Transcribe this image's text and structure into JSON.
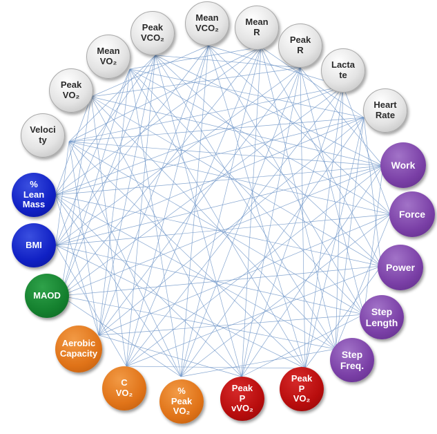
{
  "nodes": [
    {
      "id": "velocity",
      "label": "Veloci\nty",
      "group": "gray"
    },
    {
      "id": "peak-vo2",
      "label": "Peak\nVO₂",
      "group": "gray"
    },
    {
      "id": "mean-vo2",
      "label": "Mean\nVO₂",
      "group": "gray"
    },
    {
      "id": "peak-vco2",
      "label": "Peak\nVCO₂",
      "group": "gray"
    },
    {
      "id": "mean-vco2",
      "label": "Mean\nVCO₂",
      "group": "gray"
    },
    {
      "id": "mean-r",
      "label": "Mean\nR",
      "group": "gray"
    },
    {
      "id": "peak-r",
      "label": "Peak\nR",
      "group": "gray"
    },
    {
      "id": "lactate",
      "label": "Lacta\nte",
      "group": "gray"
    },
    {
      "id": "heart-rate",
      "label": "Heart\nRate",
      "group": "gray"
    },
    {
      "id": "work",
      "label": "Work",
      "group": "purple"
    },
    {
      "id": "force",
      "label": "Force",
      "group": "purple"
    },
    {
      "id": "power",
      "label": "Power",
      "group": "purple"
    },
    {
      "id": "step-length",
      "label": "Step\nLength",
      "group": "purple"
    },
    {
      "id": "step-freq",
      "label": "Step\nFreq.",
      "group": "purple"
    },
    {
      "id": "peak-p-vo2",
      "label": "Peak\nP\nVO₂",
      "group": "red"
    },
    {
      "id": "peak-p-vvo2",
      "label": "Peak\nP\nvVO₂",
      "group": "red"
    },
    {
      "id": "pct-peak-vo2",
      "label": "%\nPeak\nVO₂",
      "group": "orange"
    },
    {
      "id": "c-vo2",
      "label": "C\nVO₂",
      "group": "orange"
    },
    {
      "id": "aerobic-capacity",
      "label": "Aerobic\nCapacity",
      "group": "orange"
    },
    {
      "id": "maod",
      "label": "MAOD",
      "group": "green"
    },
    {
      "id": "bmi",
      "label": "BMI",
      "group": "blue"
    },
    {
      "id": "pct-lean-mass",
      "label": "%\nLean\nMass",
      "group": "blue"
    }
  ],
  "edges": [
    [
      0,
      3
    ],
    [
      0,
      5
    ],
    [
      0,
      7
    ],
    [
      0,
      8
    ],
    [
      0,
      9
    ],
    [
      0,
      10
    ],
    [
      0,
      12
    ],
    [
      0,
      14
    ],
    [
      0,
      16
    ],
    [
      0,
      18
    ],
    [
      1,
      4
    ],
    [
      1,
      6
    ],
    [
      1,
      9
    ],
    [
      1,
      11
    ],
    [
      1,
      13
    ],
    [
      1,
      15
    ],
    [
      1,
      17
    ],
    [
      1,
      19
    ],
    [
      2,
      5
    ],
    [
      2,
      8
    ],
    [
      2,
      10
    ],
    [
      2,
      12
    ],
    [
      2,
      14
    ],
    [
      2,
      16
    ],
    [
      2,
      18
    ],
    [
      2,
      20
    ],
    [
      3,
      6
    ],
    [
      3,
      9
    ],
    [
      3,
      11
    ],
    [
      3,
      13
    ],
    [
      3,
      15
    ],
    [
      3,
      17
    ],
    [
      3,
      19
    ],
    [
      3,
      21
    ],
    [
      4,
      7
    ],
    [
      4,
      10
    ],
    [
      4,
      12
    ],
    [
      4,
      14
    ],
    [
      4,
      16
    ],
    [
      4,
      18
    ],
    [
      4,
      20
    ],
    [
      5,
      8
    ],
    [
      5,
      11
    ],
    [
      5,
      13
    ],
    [
      5,
      15
    ],
    [
      5,
      17
    ],
    [
      5,
      19
    ],
    [
      5,
      21
    ],
    [
      6,
      9
    ],
    [
      6,
      12
    ],
    [
      6,
      14
    ],
    [
      6,
      16
    ],
    [
      6,
      18
    ],
    [
      6,
      20
    ],
    [
      7,
      10
    ],
    [
      7,
      13
    ],
    [
      7,
      15
    ],
    [
      7,
      17
    ],
    [
      7,
      19
    ],
    [
      7,
      21
    ],
    [
      8,
      11
    ],
    [
      8,
      14
    ],
    [
      8,
      16
    ],
    [
      8,
      18
    ],
    [
      8,
      20
    ],
    [
      8,
      21
    ],
    [
      9,
      12
    ],
    [
      9,
      15
    ],
    [
      9,
      17
    ],
    [
      9,
      19
    ],
    [
      9,
      21
    ],
    [
      10,
      13
    ],
    [
      10,
      16
    ],
    [
      10,
      18
    ],
    [
      10,
      20
    ],
    [
      11,
      14
    ],
    [
      11,
      17
    ],
    [
      11,
      19
    ],
    [
      11,
      21
    ],
    [
      12,
      15
    ],
    [
      12,
      18
    ],
    [
      12,
      20
    ],
    [
      13,
      16
    ],
    [
      13,
      19
    ],
    [
      13,
      21
    ],
    [
      14,
      17
    ],
    [
      14,
      20
    ],
    [
      15,
      18
    ],
    [
      15,
      21
    ],
    [
      16,
      19
    ],
    [
      16,
      21
    ],
    [
      17,
      20
    ],
    [
      18,
      21
    ],
    [
      0,
      20
    ],
    [
      1,
      21
    ],
    [
      2,
      19
    ],
    [
      3,
      18
    ],
    [
      4,
      17
    ],
    [
      5,
      16
    ],
    [
      6,
      15
    ],
    [
      7,
      14
    ],
    [
      8,
      13
    ],
    [
      9,
      20
    ]
  ],
  "colors": {
    "edge": "#6f95c8",
    "gray": "#e4e4e4",
    "purple": "#7a3fa6",
    "blue": "#1020c4",
    "green": "#14802e",
    "orange": "#e07318",
    "red": "#b80d0d"
  }
}
